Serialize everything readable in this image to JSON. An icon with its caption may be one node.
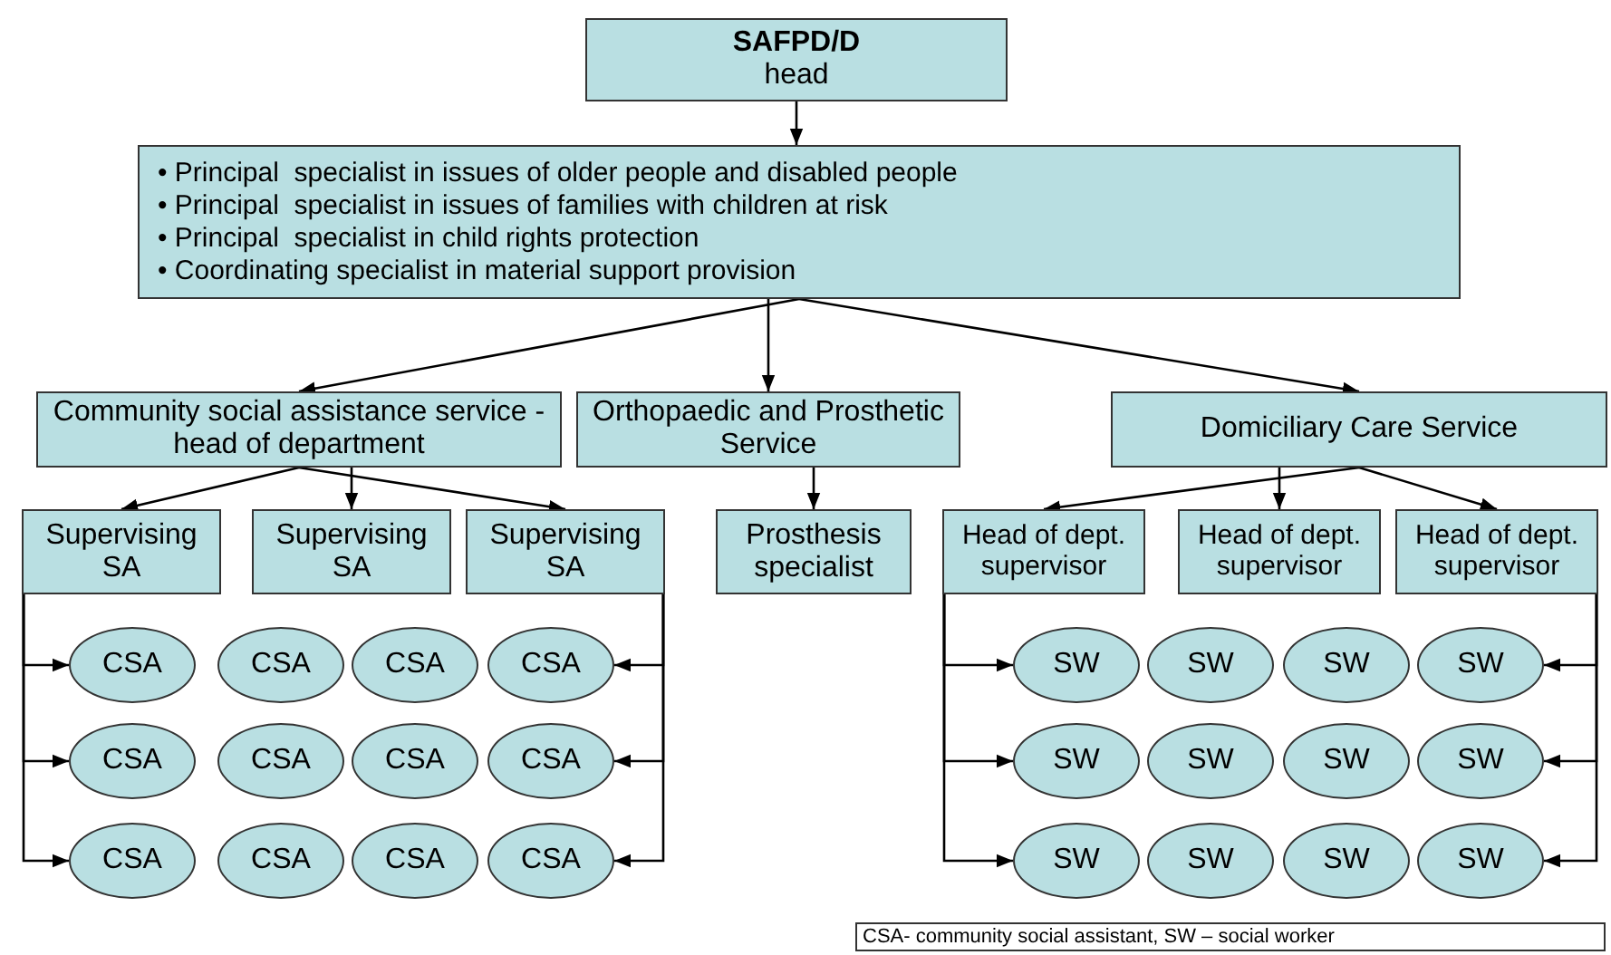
{
  "diagram": {
    "nodes": [
      {
        "text": [
          "SAFPD/D",
          "head"
        ]
      },
      {
        "text": [
          "• Principal  specialist in issues of older people and disabled people",
          "• Principal  specialist in issues of families with children at risk",
          "• Principal  specialist in child rights protection",
          "• Coordinating specialist in material support provision"
        ]
      },
      {
        "text": [
          "Community social assistance service  - head of department"
        ]
      },
      {
        "text": [
          "Orthopaedic and Prosthetic Service"
        ]
      },
      {
        "text": [
          "Domiciliary Care Service"
        ]
      },
      {
        "text": [
          "Supervising SA"
        ]
      },
      {
        "text": [
          "Supervising SA"
        ]
      },
      {
        "text": [
          "Supervising SA"
        ]
      },
      {
        "text": [
          "Prosthesis specialist"
        ]
      },
      {
        "text": [
          "Head of dept. supervisor"
        ]
      },
      {
        "text": [
          "Head of dept. supervisor"
        ]
      },
      {
        "text": [
          "Head of dept. supervisor"
        ]
      },
      {
        "text": [
          "CSA"
        ]
      },
      {
        "text": [
          "CSA"
        ]
      },
      {
        "text": [
          "CSA"
        ]
      },
      {
        "text": [
          "CSA"
        ]
      },
      {
        "text": [
          "CSA"
        ]
      },
      {
        "text": [
          "CSA"
        ]
      },
      {
        "text": [
          "CSA"
        ]
      },
      {
        "text": [
          "CSA"
        ]
      },
      {
        "text": [
          "CSA"
        ]
      },
      {
        "text": [
          "CSA"
        ]
      },
      {
        "text": [
          "CSA"
        ]
      },
      {
        "text": [
          "CSA"
        ]
      },
      {
        "text": [
          "SW"
        ]
      },
      {
        "text": [
          "SW"
        ]
      },
      {
        "text": [
          "SW"
        ]
      },
      {
        "text": [
          "SW"
        ]
      },
      {
        "text": [
          "SW"
        ]
      },
      {
        "text": [
          "SW"
        ]
      },
      {
        "text": [
          "SW"
        ]
      },
      {
        "text": [
          "SW"
        ]
      },
      {
        "text": [
          "SW"
        ]
      },
      {
        "text": [
          "SW"
        ]
      },
      {
        "text": [
          "SW"
        ]
      },
      {
        "text": [
          "SW"
        ]
      }
    ],
    "edges": [
      {
        "from": 0,
        "to": 1,
        "arrow": "to"
      },
      {
        "from": 1,
        "to": 2,
        "arrow": "to"
      },
      {
        "from": 1,
        "to": 3,
        "arrow": "to"
      },
      {
        "from": 1,
        "to": 4,
        "arrow": "to"
      },
      {
        "from": 2,
        "to": 5,
        "arrow": "to"
      },
      {
        "from": 2,
        "to": 6,
        "arrow": "to"
      },
      {
        "from": 2,
        "to": 7,
        "arrow": "to"
      },
      {
        "from": 3,
        "to": 8,
        "arrow": "to"
      },
      {
        "from": 4,
        "to": 9,
        "arrow": "to"
      },
      {
        "from": 4,
        "to": 10,
        "arrow": "to"
      },
      {
        "from": 4,
        "to": 11,
        "arrow": "to"
      },
      {
        "from": 5,
        "to": 12,
        "arrow": "to"
      },
      {
        "from": 5,
        "to": 16,
        "arrow": "to"
      },
      {
        "from": 5,
        "to": 20,
        "arrow": "to"
      },
      {
        "from": 7,
        "to": 15,
        "arrow": "to"
      },
      {
        "from": 7,
        "to": 19,
        "arrow": "to"
      },
      {
        "from": 7,
        "to": 23,
        "arrow": "to"
      },
      {
        "from": 9,
        "to": 24,
        "arrow": "to"
      },
      {
        "from": 9,
        "to": 28,
        "arrow": "to"
      },
      {
        "from": 9,
        "to": 32,
        "arrow": "to"
      },
      {
        "from": 11,
        "to": 27,
        "arrow": "to"
      },
      {
        "from": 11,
        "to": 31,
        "arrow": "to"
      },
      {
        "from": 11,
        "to": 35,
        "arrow": "to"
      }
    ],
    "labels": [
      "CSA- community social assistant, SW – social worker"
    ]
  }
}
